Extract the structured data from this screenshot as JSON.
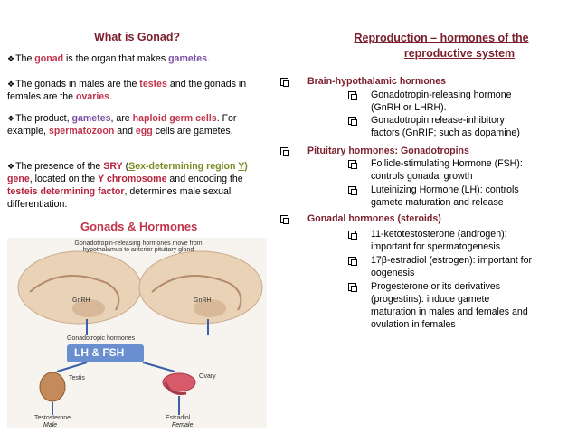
{
  "left": {
    "title": "What is Gonad?",
    "p1": {
      "a": "The ",
      "gonad": "gonad",
      "b": " is the organ that makes ",
      "gametes": "gametes",
      "c": "."
    },
    "p2": {
      "a": "The gonads in males are the ",
      "testes": "testes",
      "b": " and the gonads in females are the ",
      "ovaries": "ovaries",
      "c": "."
    },
    "p3": {
      "a": "The product, ",
      "gametes": "gametes",
      "b": ", are ",
      "haploid": "haploid germ cells",
      "c": ". For example, ",
      "sperm": "spermatozoon",
      "d": " and ",
      "egg": "egg",
      "e": " cells are gametes."
    },
    "p4": {
      "a": "The presence of the ",
      "sry": "SRY",
      "b": " (",
      "s": "S",
      "ex": "ex-determining region ",
      "y": "Y",
      "close": ")",
      "gene": " gene",
      "c": ", located on the ",
      "ychrom": "Y chromosome",
      "d": " and encoding the ",
      "tdf": "testeis determining factor",
      "e": ", determines male sexual differentiation."
    },
    "figure_title": "Gonads & Hormones",
    "figure": {
      "top_caption": "Gonadotropin-releasing hormones move from hypothalamus to anterior pituitary gland",
      "gnrh_left": "GnRH",
      "gnrh_right": "GnRH",
      "gonadotropic": "Gonadotropic hormones",
      "lh_fsh": "LH & FSH",
      "testis": "Testis",
      "ovary": "Ovary",
      "testosterone": "Testosterone",
      "estradiol": "Estradiol",
      "male": "Male",
      "female": "Female"
    }
  },
  "right": {
    "title_line1": "Reproduction – hormones of the",
    "title_line2": "reproductive system",
    "items": [
      {
        "label": "Brain-hypothalamic hormones",
        "sub": [
          {
            "l1": "Gonadotropin-releasing hormone",
            "l2": "(GnRH or LHRH)."
          },
          {
            "l1": "Gonadotropin release-inhibitory",
            "l2": "factors (GnRIF; such as dopamine)"
          }
        ]
      },
      {
        "label": "Pituitary hormones: Gonadotropins",
        "sub": [
          {
            "l1": "Follicle-stimulating Hormone (FSH):",
            "l2": "controls gonadal growth"
          },
          {
            "l1": "Luteinizing Hormone (LH): controls",
            "l2": "gamete maturation and release"
          }
        ]
      },
      {
        "label": "Gonadal hormones (steroids)",
        "sub": [
          {
            "l1": "11-ketotestosterone (androgen):",
            "l2": "important for spermatogenesis"
          },
          {
            "l1": "17β-estradiol (estrogen): important for",
            "l2": "oogenesis"
          },
          {
            "l1": "Progesterone or its derivatives",
            "l2": "(progestins): induce gamete",
            "l3": "maturation in males and females and",
            "l4": "ovulation in females"
          }
        ]
      }
    ]
  }
}
